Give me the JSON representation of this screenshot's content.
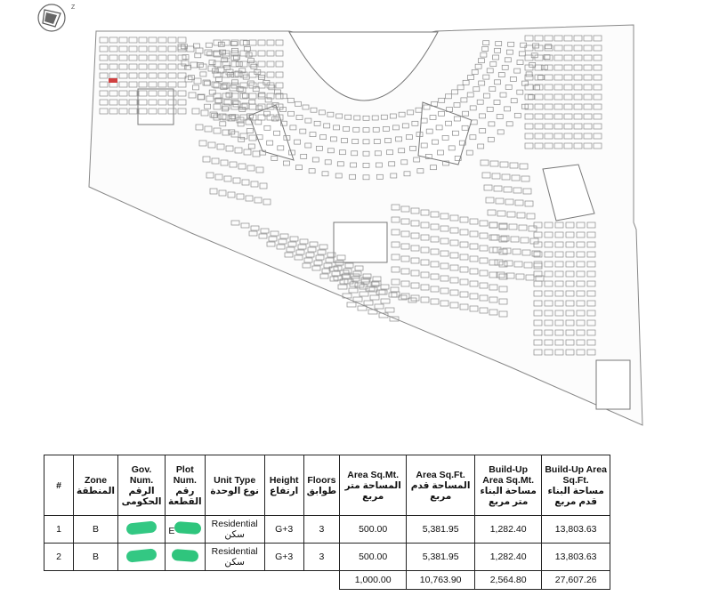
{
  "site_plan": {
    "compass": "north-arrow-icon",
    "labels": [
      "",
      ""
    ],
    "colors": {
      "line": "#7a7a7a",
      "highlight": "#d04040"
    }
  },
  "table": {
    "headers": [
      {
        "en": "#",
        "ar": ""
      },
      {
        "en": "Zone",
        "ar": "المنطقة"
      },
      {
        "en": "Gov. Num.",
        "ar": "الرقم الحكومى"
      },
      {
        "en": "Plot Num.",
        "ar": "رقم القطعة"
      },
      {
        "en": "Unit Type",
        "ar": "نوع الوحدة"
      },
      {
        "en": "Height",
        "ar": "ارتفاع"
      },
      {
        "en": "Floors",
        "ar": "طوابق"
      },
      {
        "en": "Area Sq.Mt.",
        "ar": "المساحة متر مربع"
      },
      {
        "en": "Area Sq.Ft.",
        "ar": "المساحة قدم مربع"
      },
      {
        "en": "Build-Up Area Sq.Mt.",
        "ar": "مساحة البناء متر مربع"
      },
      {
        "en": "Build-Up Area Sq.Ft.",
        "ar": "مساحة البناء قدم مربع"
      }
    ],
    "rows": [
      {
        "num": "1",
        "zone": "B",
        "gov": "",
        "plot": "E",
        "unit_en": "Residential",
        "unit_ar": "سكن",
        "height": "G+3",
        "floors": "3",
        "area_m": "500.00",
        "area_ft": "5,381.95",
        "bu_m": "1,282.40",
        "bu_ft": "13,803.63"
      },
      {
        "num": "2",
        "zone": "B",
        "gov": "",
        "plot": "",
        "unit_en": "Residential",
        "unit_ar": "سكن",
        "height": "G+3",
        "floors": "3",
        "area_m": "500.00",
        "area_ft": "5,381.95",
        "bu_m": "1,282.40",
        "bu_ft": "13,803.63"
      }
    ],
    "totals": {
      "area_m": "1,000.00",
      "area_ft": "10,763.90",
      "bu_m": "2,564.80",
      "bu_ft": "27,607.26"
    }
  }
}
